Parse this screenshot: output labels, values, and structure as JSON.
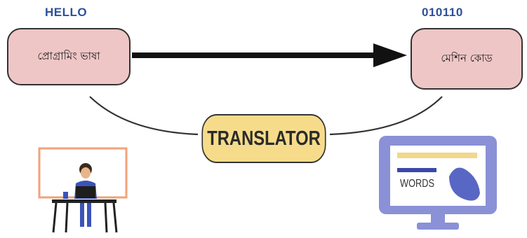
{
  "labels": {
    "left_top": "HELLO",
    "right_top": "010110"
  },
  "nodes": {
    "source": "প্রোগ্রামিং ভাষা",
    "target": "মেশিন কোড",
    "translator": "TRANSLATOR"
  },
  "monitor": {
    "screen_text": "WORDS"
  },
  "colors": {
    "box_fill": "#efc6c6",
    "translator_fill": "#f6dc8a",
    "monitor": "#8a91d6",
    "label": "#2f4f9c"
  }
}
